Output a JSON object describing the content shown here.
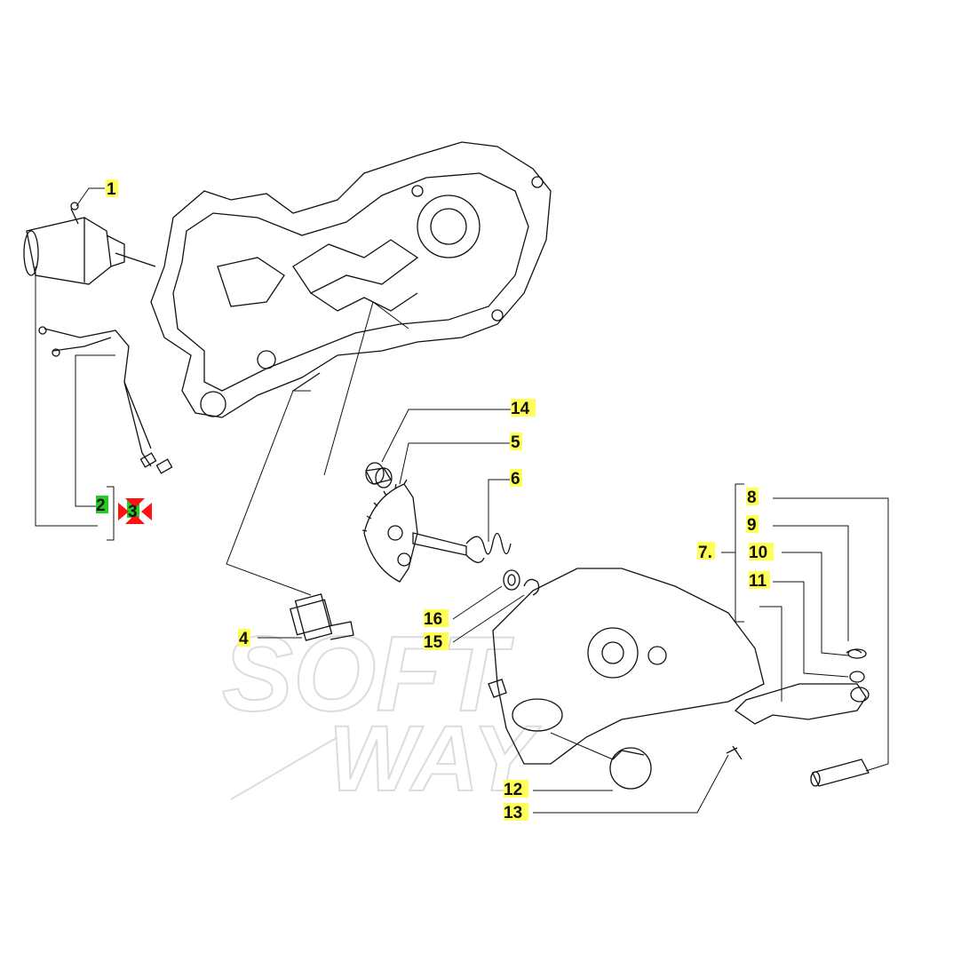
{
  "watermark": {
    "line1": "SOFT",
    "line2": "WAY"
  },
  "colors": {
    "highlight_yellow": "#ffff55",
    "highlight_green": "#22cc22",
    "marker_red": "#ff1111",
    "line": "#111111"
  },
  "parts": [
    {
      "key": "p1",
      "label": "1",
      "highlight": "yellow"
    },
    {
      "key": "p2",
      "label": "2",
      "highlight": "green"
    },
    {
      "key": "p3",
      "label": "3",
      "highlight": "green",
      "marker": "red-cross"
    },
    {
      "key": "p4",
      "label": "4",
      "highlight": "yellow"
    },
    {
      "key": "p5",
      "label": "5",
      "highlight": "yellow"
    },
    {
      "key": "p6",
      "label": "6",
      "highlight": "yellow"
    },
    {
      "key": "p7",
      "label": "7.",
      "highlight": "yellow"
    },
    {
      "key": "p8",
      "label": "8",
      "highlight": "yellow"
    },
    {
      "key": "p9",
      "label": "9",
      "highlight": "yellow"
    },
    {
      "key": "p10",
      "label": "10",
      "highlight": "yellow"
    },
    {
      "key": "p11",
      "label": "11",
      "highlight": "yellow"
    },
    {
      "key": "p12",
      "label": "12",
      "highlight": "yellow"
    },
    {
      "key": "p13",
      "label": "13",
      "highlight": "yellow"
    },
    {
      "key": "p14",
      "label": "14",
      "highlight": "yellow"
    },
    {
      "key": "p15",
      "label": "15",
      "highlight": "yellow"
    },
    {
      "key": "p16",
      "label": "16",
      "highlight": "yellow"
    }
  ]
}
